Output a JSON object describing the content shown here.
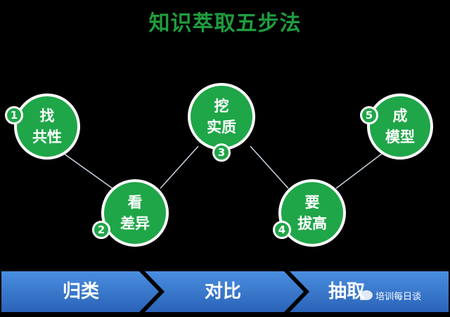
{
  "title": "知识萃取五步法",
  "nodes": [
    {
      "number": "1",
      "line1": "找",
      "line2": "共性"
    },
    {
      "number": "2",
      "line1": "看",
      "line2": "差异"
    },
    {
      "number": "3",
      "line1": "挖",
      "line2": "实质"
    },
    {
      "number": "4",
      "line1": "要",
      "line2": "拔高"
    },
    {
      "number": "5",
      "line1": "成",
      "line2": "模型"
    }
  ],
  "band": {
    "labels": [
      "归类",
      "对比",
      "抽取"
    ],
    "color": "#2f6fc4"
  },
  "watermark": "培训每日谈",
  "colors": {
    "node_fill": "#1fa648",
    "title": "#1e9e3e",
    "connector": "#c8d3e0"
  }
}
